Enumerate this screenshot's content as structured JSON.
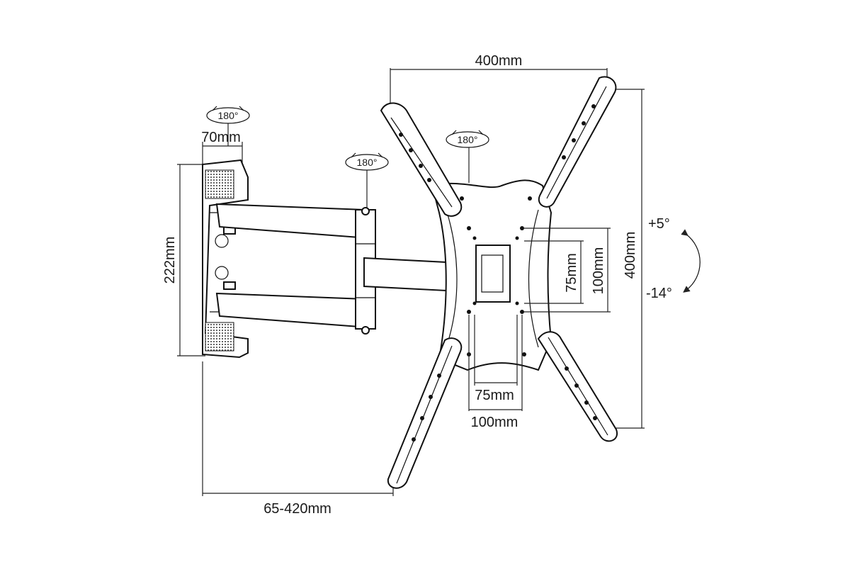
{
  "colors": {
    "line": "#111111",
    "background": "#ffffff",
    "shade": "#444444"
  },
  "dimensions": {
    "top_width": "400mm",
    "right_height": "400mm",
    "wall_plate_height": "222mm",
    "wall_plate_width": "70mm",
    "extension": "65-420mm",
    "vesa_inner_h": "75mm",
    "vesa_outer_h": "100mm",
    "vesa_inner_v": "75mm",
    "vesa_outer_v": "100mm"
  },
  "rotations": {
    "wall_swivel": "180°",
    "arm_swivel": "180°",
    "head_swivel": "180°"
  },
  "tilt": {
    "up": "+5°",
    "down": "-14°"
  },
  "icons": [
    "rotation-arrow-icon",
    "tilt-arrow-icon"
  ]
}
